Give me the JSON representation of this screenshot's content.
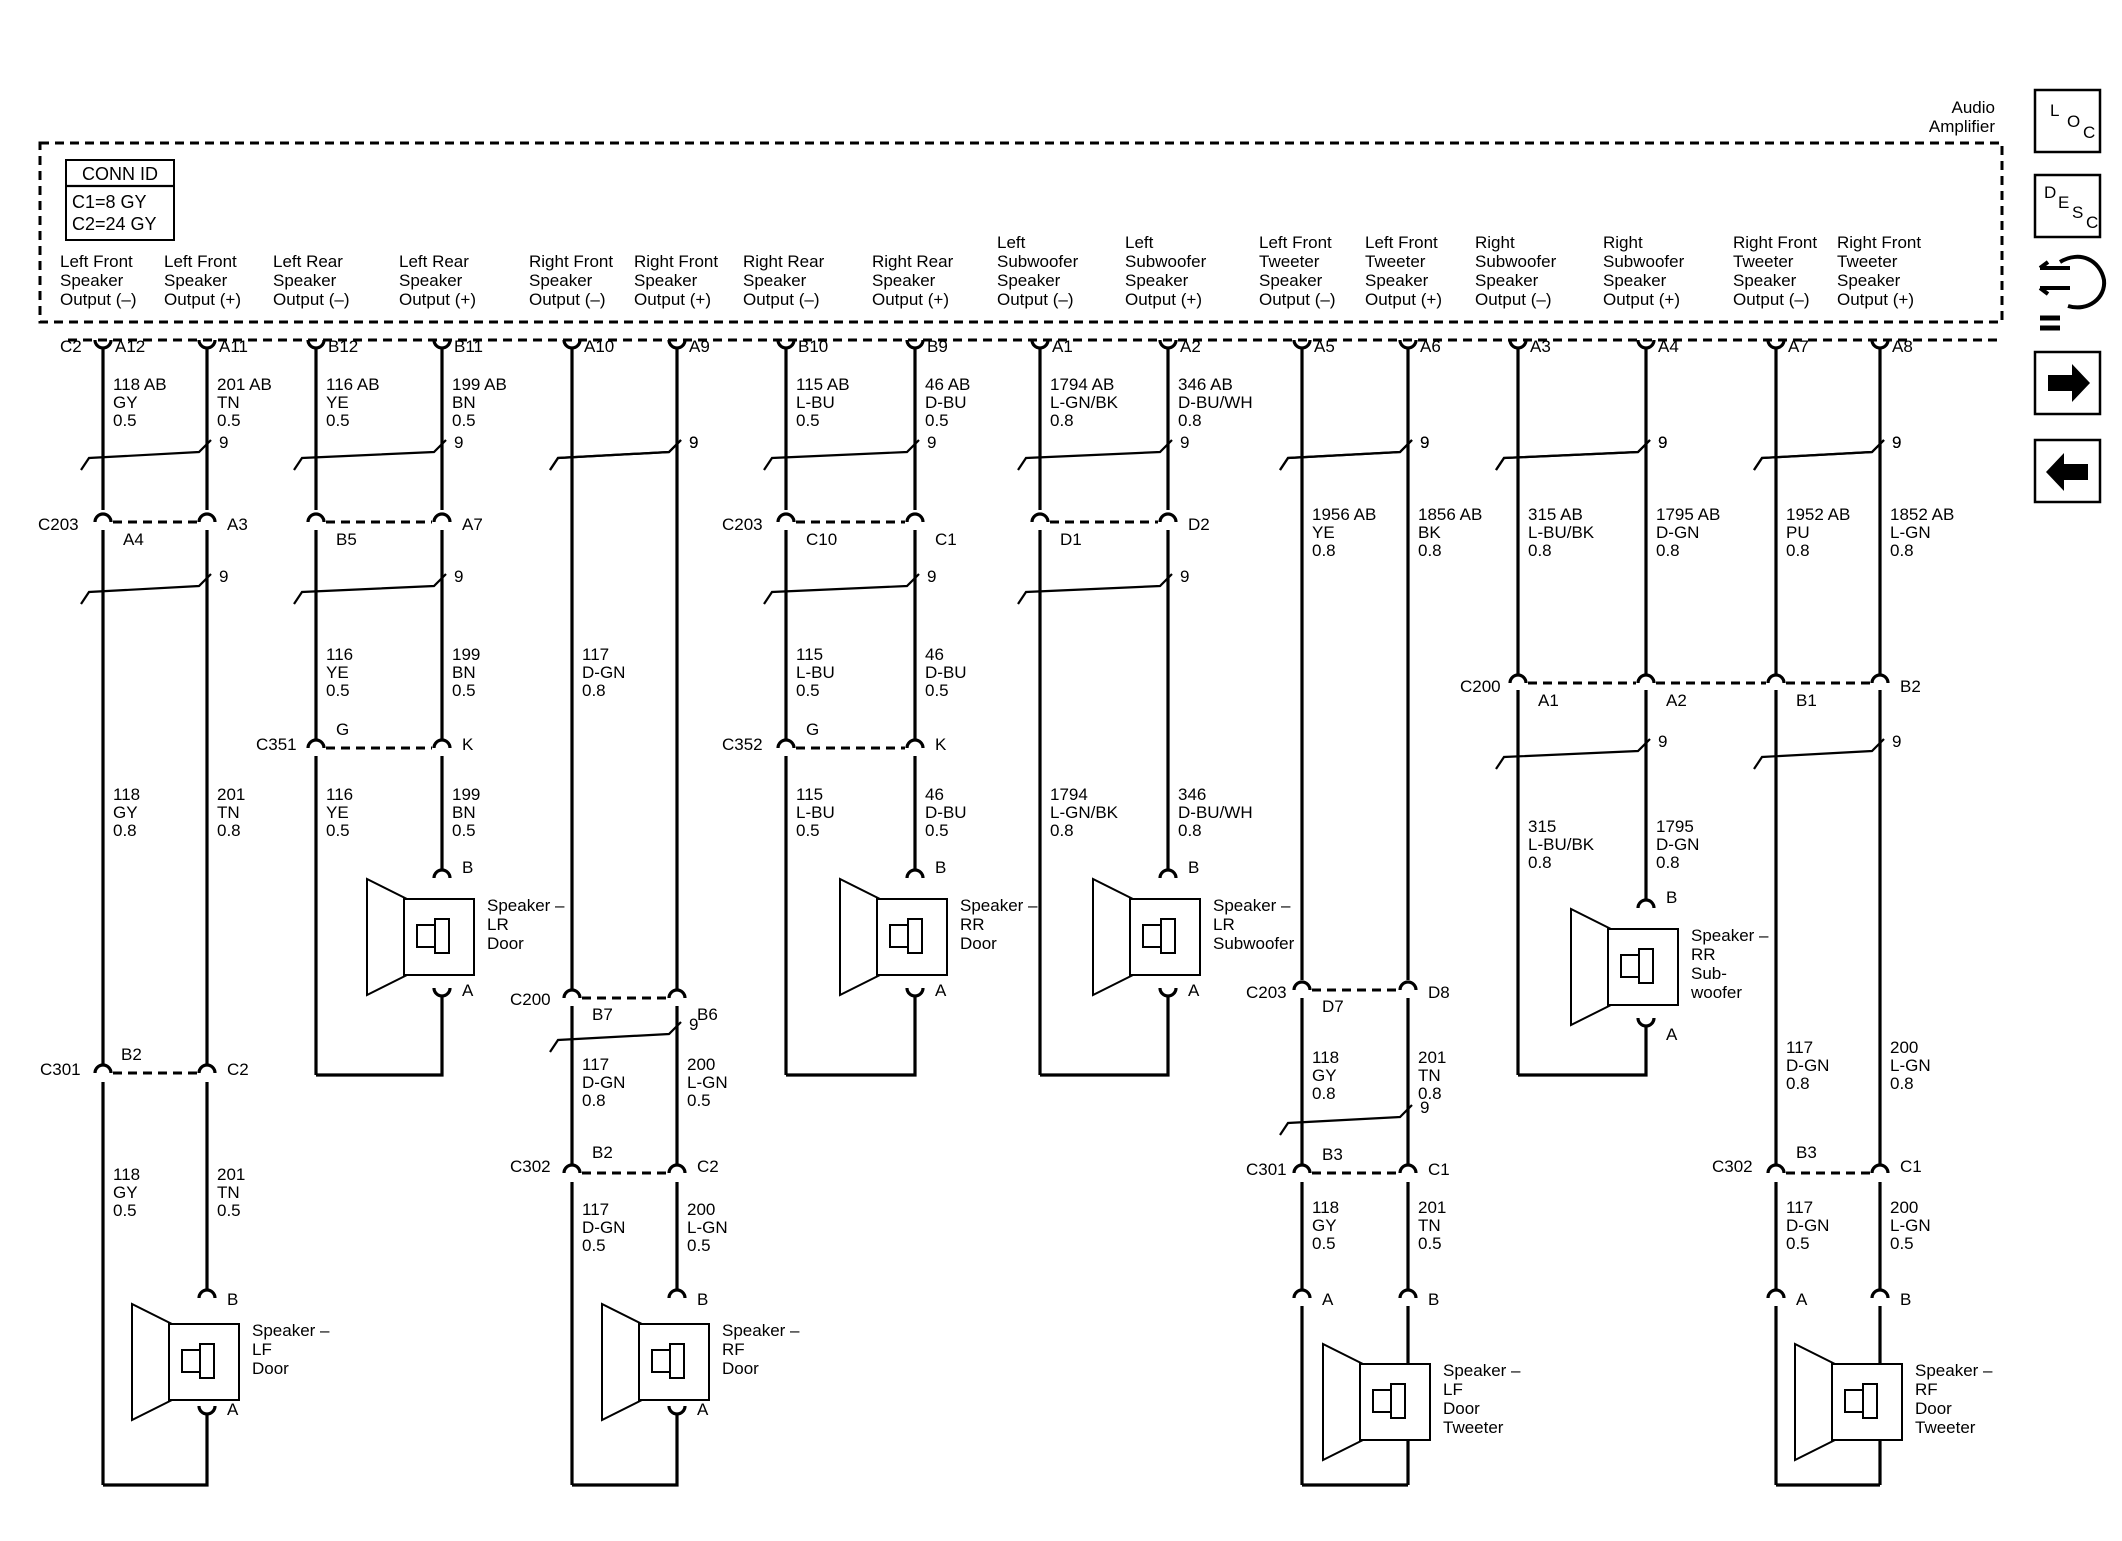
{
  "amplifier": {
    "title_line1": "Audio",
    "title_line2": "Amplifier",
    "conn_id_title": "CONN ID",
    "conn_id_c1": "C1=8 GY",
    "conn_id_c2": "C2=24 GY",
    "connector": "C2"
  },
  "sidebar": {
    "loc": [
      "L",
      "O",
      "C"
    ],
    "desc": [
      "D",
      "E",
      "S",
      "C"
    ]
  },
  "outputs": [
    {
      "l1": "Left Front",
      "l2": "Speaker",
      "l3": "Output (–)",
      "pin": "A12",
      "circuit": "118 AB",
      "color": "GY",
      "size": "0.5"
    },
    {
      "l1": "Left Front",
      "l2": "Speaker",
      "l3": "Output (+)",
      "pin": "A11",
      "circuit": "201 AB",
      "color": "TN",
      "size": "0.5"
    },
    {
      "l1": "Left Rear",
      "l2": "Speaker",
      "l3": "Output (–)",
      "pin": "B12",
      "circuit": "116 AB",
      "color": "YE",
      "size": "0.5"
    },
    {
      "l1": "Left Rear",
      "l2": "Speaker",
      "l3": "Output (+)",
      "pin": "B11",
      "circuit": "199 AB",
      "color": "BN",
      "size": "0.5"
    },
    {
      "l1": "Right Front",
      "l2": "Speaker",
      "l3": "Output (–)",
      "pin": "A10",
      "circuit": "",
      "color": "",
      "size": ""
    },
    {
      "l1": "Right Front",
      "l2": "Speaker",
      "l3": "Output (+)",
      "pin": "A9",
      "circuit": "",
      "color": "",
      "size": ""
    },
    {
      "l1": "Right Rear",
      "l2": "Speaker",
      "l3": "Output (–)",
      "pin": "B10",
      "circuit": "115  AB",
      "color": "L-BU",
      "size": "0.5"
    },
    {
      "l1": "Right Rear",
      "l2": "Speaker",
      "l3": "Output (+)",
      "pin": "B9",
      "circuit": "46 AB",
      "color": "D-BU",
      "size": "0.5"
    },
    {
      "l0": "Left",
      "l1": "Subwoofer",
      "l2": "Speaker",
      "l3": "Output (–)",
      "pin": "A1",
      "circuit": "1794 AB",
      "color": "L-GN/BK",
      "size": "0.8"
    },
    {
      "l0": "Left",
      "l1": "Subwoofer",
      "l2": "Speaker",
      "l3": "Output (+)",
      "pin": "A2",
      "circuit": "346 AB",
      "color": "D-BU/WH",
      "size": "0.8"
    },
    {
      "l0": "Left Front",
      "l1": "Tweeter",
      "l2": "Speaker",
      "l3": "Output (–)",
      "pin": "A5",
      "circuit": "",
      "color": "",
      "size": ""
    },
    {
      "l0": "Left Front",
      "l1": "Tweeter",
      "l2": "Speaker",
      "l3": "Output (+)",
      "pin": "A6",
      "circuit": "",
      "color": "",
      "size": ""
    },
    {
      "l0": "Right",
      "l1": "Subwoofer",
      "l2": "Speaker",
      "l3": "Output (–)",
      "pin": "A3",
      "circuit": "",
      "color": "",
      "size": ""
    },
    {
      "l0": "Right",
      "l1": "Subwoofer",
      "l2": "Speaker",
      "l3": "Output (+)",
      "pin": "A4",
      "circuit": "",
      "color": "",
      "size": ""
    },
    {
      "l0": "Right Front",
      "l1": "Tweeter",
      "l2": "Speaker",
      "l3": "Output (–)",
      "pin": "A7",
      "circuit": "",
      "color": "",
      "size": ""
    },
    {
      "l0": "Right Front",
      "l1": "Tweeter",
      "l2": "Speaker",
      "l3": "Output (+)",
      "pin": "A8",
      "circuit": "",
      "color": "",
      "size": ""
    }
  ],
  "twist_label": "9",
  "connectors": [
    {
      "name": "C203",
      "pins": [
        "A4",
        "A3"
      ]
    },
    {
      "name": "",
      "pins": [
        "B5",
        "A7"
      ]
    },
    {
      "name": "C203",
      "pins": [
        "C10",
        "C1"
      ]
    },
    {
      "name": "",
      "pins": [
        "D1",
        "D2"
      ]
    },
    {
      "name": "C351",
      "pins": [
        "G",
        "K"
      ]
    },
    {
      "name": "C352",
      "pins": [
        "G",
        "K"
      ]
    },
    {
      "name": "C200",
      "pins": [
        "B7",
        "B6"
      ]
    },
    {
      "name": "C200",
      "pins": [
        "A1",
        "A2",
        "B1",
        "B2"
      ]
    },
    {
      "name": "C203",
      "pins": [
        "D7",
        "D8"
      ]
    },
    {
      "name": "C301",
      "pins": [
        "B2",
        "C2"
      ]
    },
    {
      "name": "C302",
      "pins": [
        "B2",
        "C2"
      ]
    },
    {
      "name": "C301",
      "pins": [
        "B3",
        "C1"
      ]
    },
    {
      "name": "C302",
      "pins": [
        "B3",
        "C1"
      ]
    }
  ],
  "wire_labels": [
    [
      "116",
      "YE",
      "0.5"
    ],
    [
      "199",
      "BN",
      "0.5"
    ],
    [
      "117",
      "D-GN",
      "0.8"
    ],
    [
      "115",
      "L-BU",
      "0.5"
    ],
    [
      "46",
      "D-BU",
      "0.5"
    ],
    [
      "1956  AB",
      "YE",
      "0.8"
    ],
    [
      "1856  AB",
      "BK",
      "0.8"
    ],
    [
      "315  AB",
      "L-BU/BK",
      "0.8"
    ],
    [
      "1795  AB",
      "D-GN",
      "0.8"
    ],
    [
      "1952  AB",
      "PU",
      "0.8"
    ],
    [
      "1852  AB",
      "L-GN",
      "0.8"
    ],
    [
      "118",
      "GY",
      "0.8"
    ],
    [
      "201",
      "TN",
      "0.8"
    ],
    [
      "116",
      "YE",
      "0.5"
    ],
    [
      "199",
      "BN",
      "0.5"
    ],
    [
      "115",
      "L-BU",
      "0.5"
    ],
    [
      "46",
      "D-BU",
      "0.5"
    ],
    [
      "1794",
      "L-GN/BK",
      "0.8"
    ],
    [
      "346",
      "D-BU/WH",
      "0.8"
    ],
    [
      "315",
      "L-BU/BK",
      "0.8"
    ],
    [
      "1795",
      "D-GN",
      "0.8"
    ],
    [
      "117",
      "D-GN",
      "0.8"
    ],
    [
      "200",
      "L-GN",
      "0.5"
    ],
    [
      "118",
      "GY",
      "0.8"
    ],
    [
      "201",
      "TN",
      "0.8"
    ],
    [
      "117",
      "D-GN",
      "0.8"
    ],
    [
      "200",
      "L-GN",
      "0.8"
    ],
    [
      "118",
      "GY",
      "0.5"
    ],
    [
      "201",
      "TN",
      "0.5"
    ],
    [
      "117",
      "D-GN",
      "0.5"
    ],
    [
      "200",
      "L-GN",
      "0.5"
    ],
    [
      "118",
      "GY",
      "0.5"
    ],
    [
      "201",
      "TN",
      "0.5"
    ],
    [
      "117",
      "D-GN",
      "0.5"
    ],
    [
      "200",
      "L-GN",
      "0.5"
    ]
  ],
  "speakers": [
    {
      "title": "Speaker –",
      "l1": "LF",
      "l2": "Door",
      "l3": "",
      "pin_top": "B",
      "pin_bot": "A"
    },
    {
      "title": "Speaker –",
      "l1": "LR",
      "l2": "Door",
      "l3": "",
      "pin_top": "B",
      "pin_bot": "A"
    },
    {
      "title": "Speaker –",
      "l1": "RF",
      "l2": "Door",
      "l3": "",
      "pin_top": "B",
      "pin_bot": "A"
    },
    {
      "title": "Speaker –",
      "l1": "RR",
      "l2": "Door",
      "l3": "",
      "pin_top": "B",
      "pin_bot": "A"
    },
    {
      "title": "Speaker –",
      "l1": "LR",
      "l2": "Subwoofer",
      "l3": "",
      "pin_top": "B",
      "pin_bot": "A"
    },
    {
      "title": "Speaker –",
      "l1": "RR",
      "l2": "Sub-",
      "l3": "woofer",
      "pin_top": "B",
      "pin_bot": "A"
    },
    {
      "title": "Speaker –",
      "l1": "LF",
      "l2": "Door",
      "l3": "Tweeter",
      "pin_top": "",
      "pin_bot": ""
    },
    {
      "title": "Speaker –",
      "l1": "RF",
      "l2": "Door",
      "l3": "Tweeter",
      "pin_top": "",
      "pin_bot": ""
    }
  ],
  "tweeter_pins": [
    "A",
    "B"
  ]
}
